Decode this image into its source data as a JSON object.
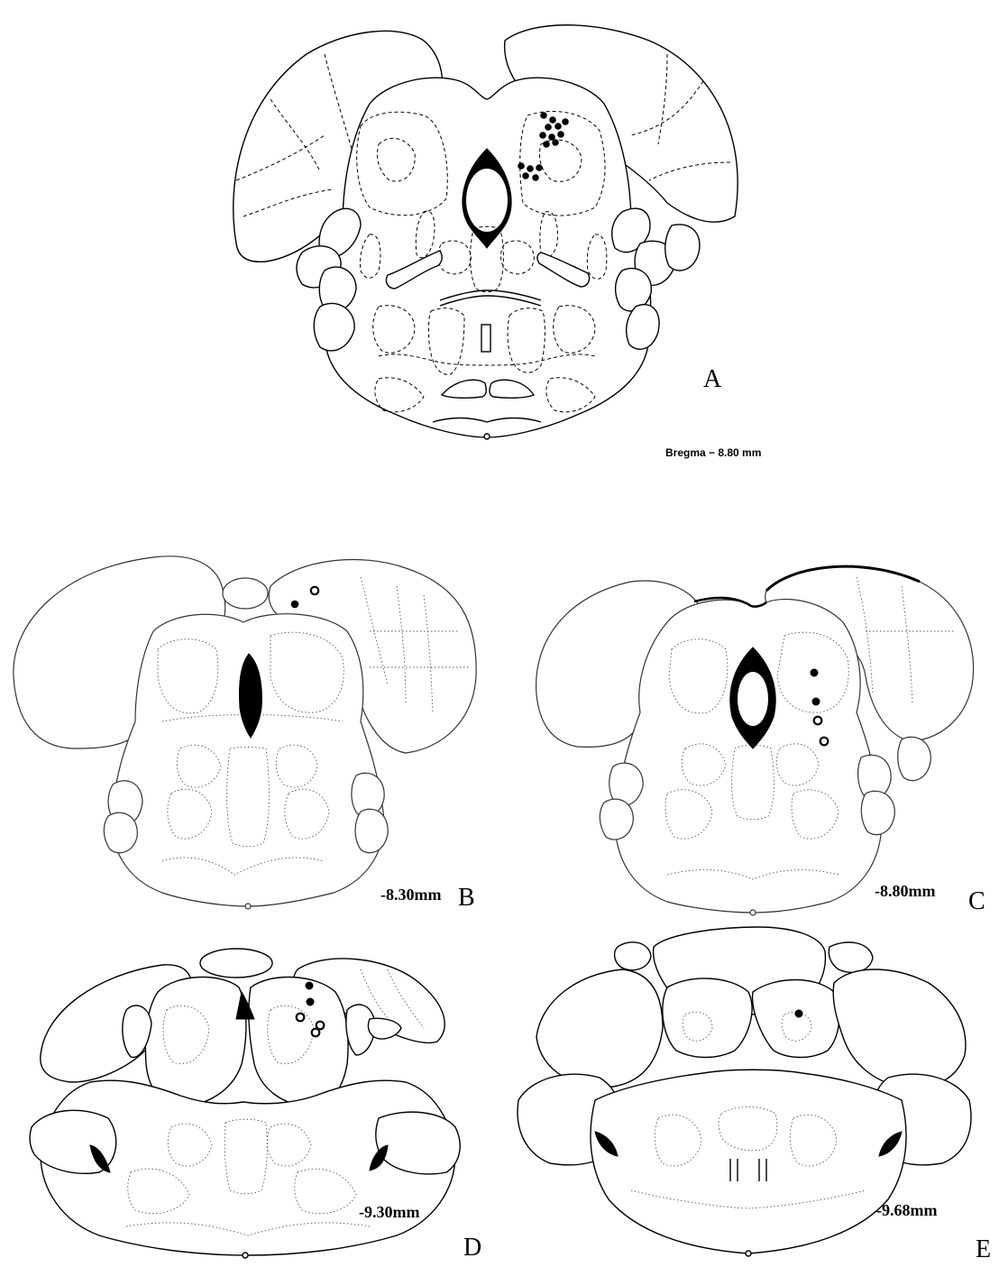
{
  "panels": {
    "A": {
      "letter": "A",
      "caption": "Bregma − 8.80 mm"
    },
    "B": {
      "letter": "B",
      "level": "-8.30mm"
    },
    "C": {
      "letter": "C",
      "level": "-8.80mm"
    },
    "D": {
      "letter": "D",
      "level": "-9.30mm"
    },
    "E": {
      "letter": "E",
      "level": "-9.68mm"
    }
  },
  "marker_legend": {
    "filled": "filled-circle-marker",
    "open": "open-circle-marker"
  },
  "marker_counts": {
    "A": {
      "filled": 15,
      "open": 0
    },
    "B": {
      "filled": 1,
      "open": 1
    },
    "C": {
      "filled": 2,
      "open": 2
    },
    "D": {
      "filled": 2,
      "open": 3
    },
    "E": {
      "filled": 1,
      "open": 0
    }
  }
}
